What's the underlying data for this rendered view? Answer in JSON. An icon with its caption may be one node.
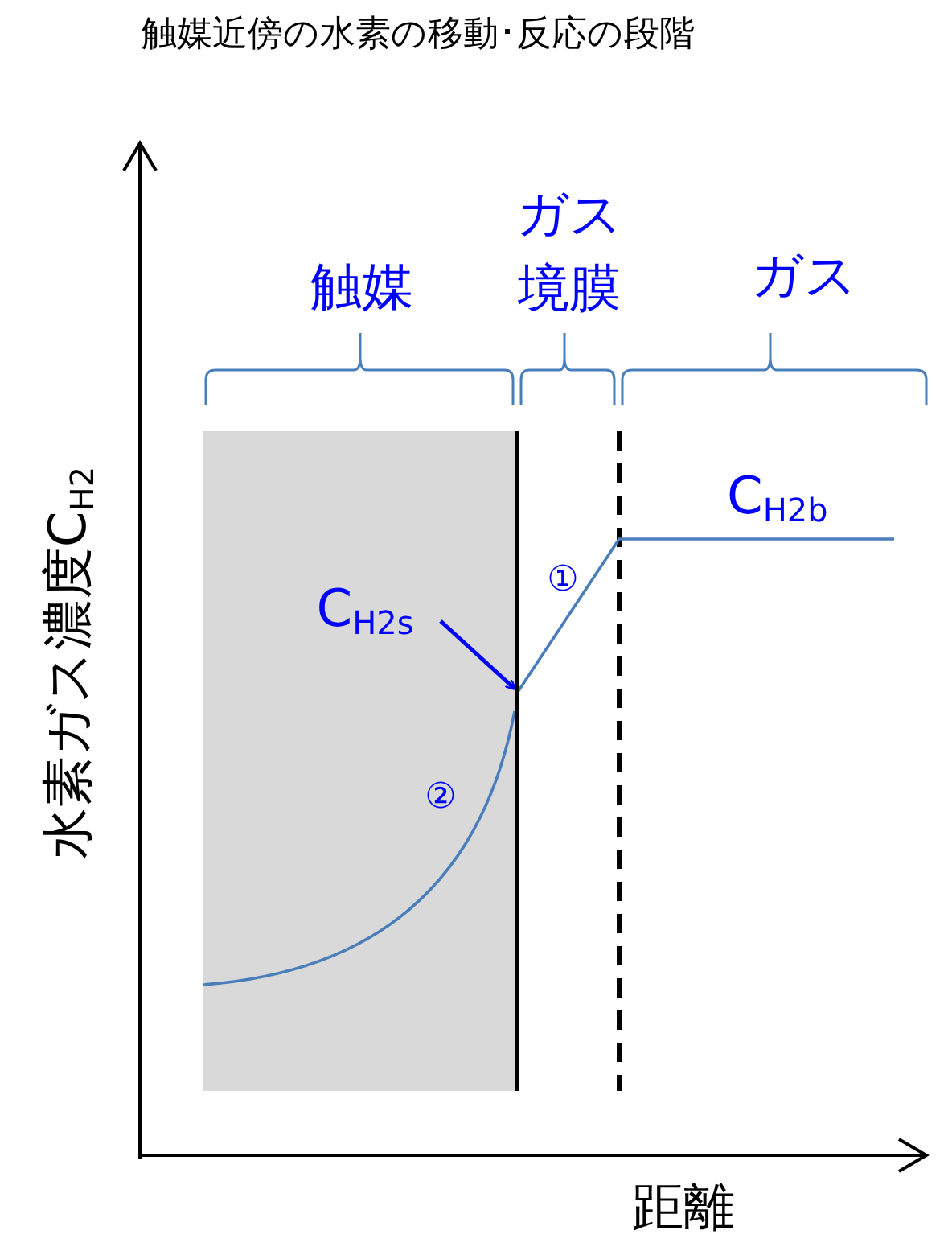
{
  "diagram": {
    "title": "触媒近傍の水素の移動･反応の段階",
    "nodes": [
      {
        "text": [
          "C$_{H2s}$"
        ]
      },
      {
        "text": [],
        "shape": "bar"
      }
    ],
    "edges": [
      {
        "from": 0,
        "to": 1,
        "arrow": "to",
        "color": "#0000ff"
      }
    ],
    "labels": [
      "ガス境膜",
      "触媒",
      "ガス",
      "C$_{H2b}$",
      "①",
      "②",
      "水素ガス濃度C$_{H2}$",
      "距離"
    ]
  }
}
